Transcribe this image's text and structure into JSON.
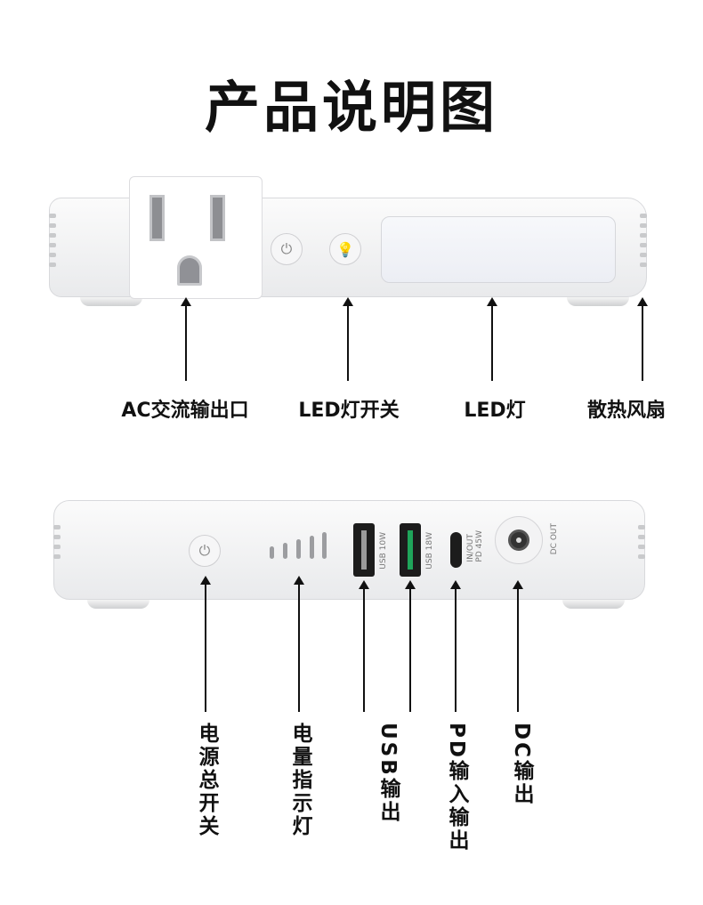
{
  "title": "产品说明图",
  "top_labels": {
    "ac_outlet": "AC交流输出口",
    "led_switch": "LED灯开关",
    "led_light": "LED灯",
    "fan": "散热风扇"
  },
  "bottom_labels": {
    "power_switch": "电源总开关",
    "battery_indicator": "电量指示灯",
    "usb_output": "USB输出",
    "pd_io": "PD输入输出",
    "dc_output": "DC输出"
  },
  "port_markings": {
    "usb1": "USB 10W",
    "usb2": "USB 18W",
    "typec_line1": "IN/OUT",
    "typec_line2": "PD 45W",
    "dc": "DC OUT"
  },
  "colors": {
    "usb_fast": "#1fa55a",
    "usb_normal": "#9a9a9a"
  }
}
